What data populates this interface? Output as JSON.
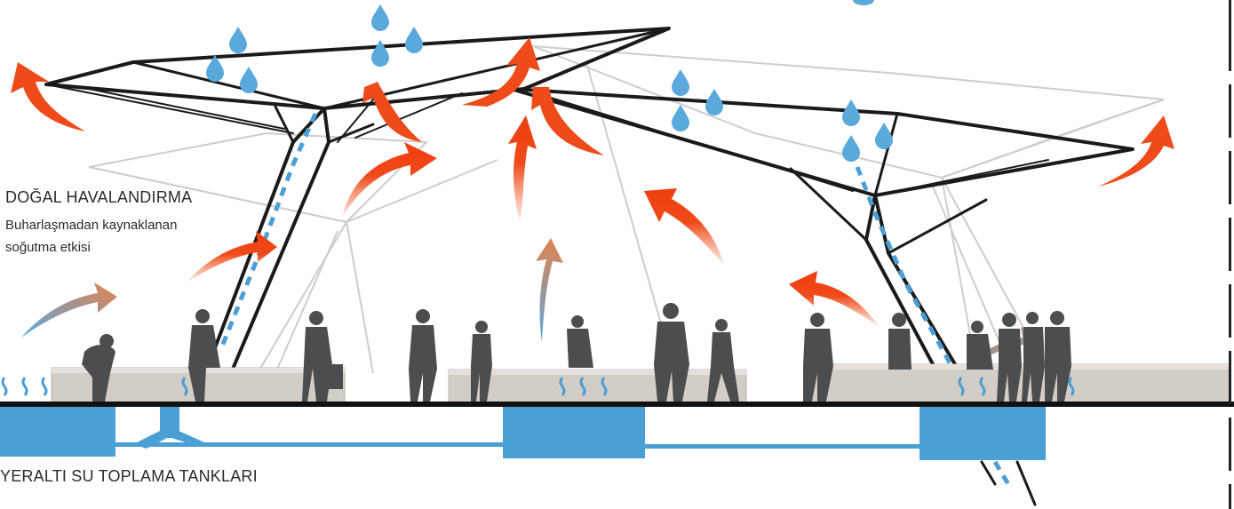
{
  "labels": {
    "ventilation_title": "DOĞAL HAVALANDIRMA",
    "cooling_line1": "Buharlaşmadan kaynaklanan",
    "cooling_line2": "soğutma etkisi",
    "tanks": "YERALTI SU TOPLAMA TANKLARI"
  },
  "colors": {
    "water": "#4a9fd6",
    "drop": "#5aa9dc",
    "tank": "#4aa0d4",
    "warm_air": "#f04a1a",
    "cool_air": "#5aa8e0",
    "structure": "#1a1a1a",
    "ghost_structure": "#c8c8c8",
    "person": "#4d4d4d",
    "bench": "#cfc9c4",
    "ground": "#111111"
  }
}
